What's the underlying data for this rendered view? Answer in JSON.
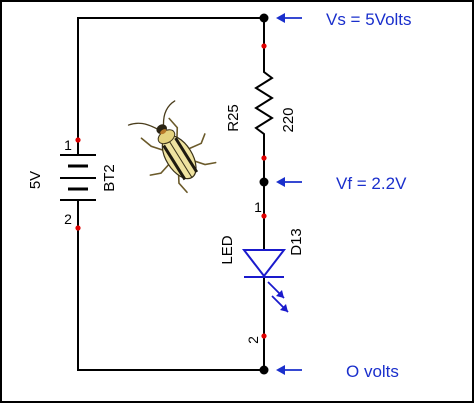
{
  "battery": {
    "voltage": "5V",
    "ref": "BT2",
    "pin_top": "1",
    "pin_bottom": "2"
  },
  "resistor": {
    "ref": "R25",
    "value": "220"
  },
  "led": {
    "type": "LED",
    "ref": "D13",
    "pin_top": "1",
    "pin_bottom": "2"
  },
  "nodes": {
    "top": "Vs = 5Volts",
    "mid": "Vf = 2.2V",
    "bottom": "O volts"
  },
  "colors": {
    "wire": "#000000",
    "pin_dot": "#e00000",
    "node_label": "#1a2fcc",
    "led_body": "#1a1acc",
    "frame": "#000000"
  },
  "decoration": {
    "insect": "beetle-illustration"
  }
}
